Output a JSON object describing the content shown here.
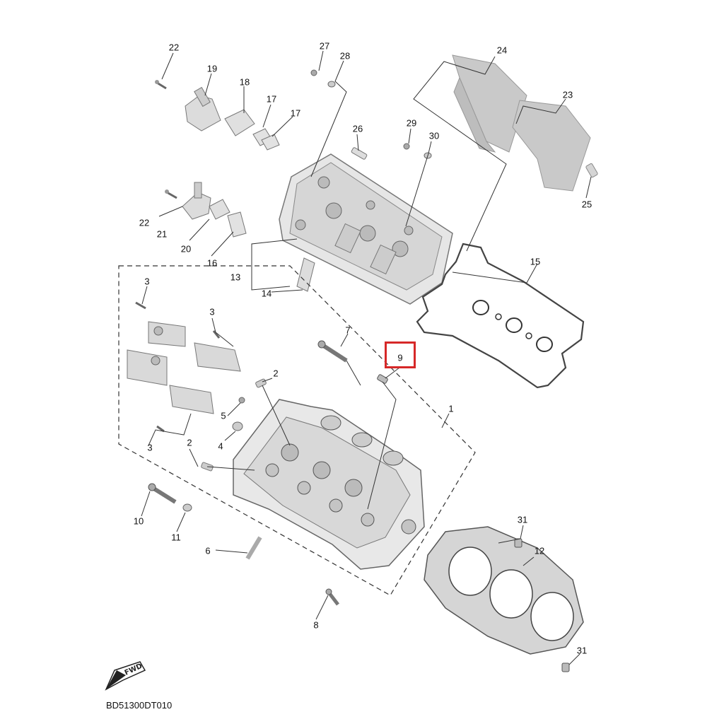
{
  "diagram_code": "BD51300DT010",
  "fwd_label": "FWD",
  "highlight_color": "#d62828",
  "highlighted_part": "9",
  "callouts": [
    {
      "id": "c22a",
      "text": "22"
    },
    {
      "id": "c19",
      "text": "19"
    },
    {
      "id": "c18",
      "text": "18"
    },
    {
      "id": "c17a",
      "text": "17"
    },
    {
      "id": "c17b",
      "text": "17"
    },
    {
      "id": "c27",
      "text": "27"
    },
    {
      "id": "c28",
      "text": "28"
    },
    {
      "id": "c24",
      "text": "24"
    },
    {
      "id": "c23",
      "text": "23"
    },
    {
      "id": "c26",
      "text": "26"
    },
    {
      "id": "c29",
      "text": "29"
    },
    {
      "id": "c30",
      "text": "30"
    },
    {
      "id": "c25",
      "text": "25"
    },
    {
      "id": "c22b",
      "text": "22"
    },
    {
      "id": "c21",
      "text": "21"
    },
    {
      "id": "c20",
      "text": "20"
    },
    {
      "id": "c16",
      "text": "16"
    },
    {
      "id": "c13",
      "text": "13"
    },
    {
      "id": "c14",
      "text": "14"
    },
    {
      "id": "c15",
      "text": "15"
    },
    {
      "id": "c3a",
      "text": "3"
    },
    {
      "id": "c3b",
      "text": "3"
    },
    {
      "id": "c7",
      "text": "7"
    },
    {
      "id": "c9",
      "text": "9"
    },
    {
      "id": "c2a",
      "text": "2"
    },
    {
      "id": "c1",
      "text": "1"
    },
    {
      "id": "c5",
      "text": "5"
    },
    {
      "id": "c4",
      "text": "4"
    },
    {
      "id": "c3c",
      "text": "3"
    },
    {
      "id": "c2b",
      "text": "2"
    },
    {
      "id": "c10",
      "text": "10"
    },
    {
      "id": "c11",
      "text": "11"
    },
    {
      "id": "c6",
      "text": "6"
    },
    {
      "id": "c31a",
      "text": "31"
    },
    {
      "id": "c12",
      "text": "12"
    },
    {
      "id": "c8",
      "text": "8"
    },
    {
      "id": "c31b",
      "text": "31"
    }
  ]
}
